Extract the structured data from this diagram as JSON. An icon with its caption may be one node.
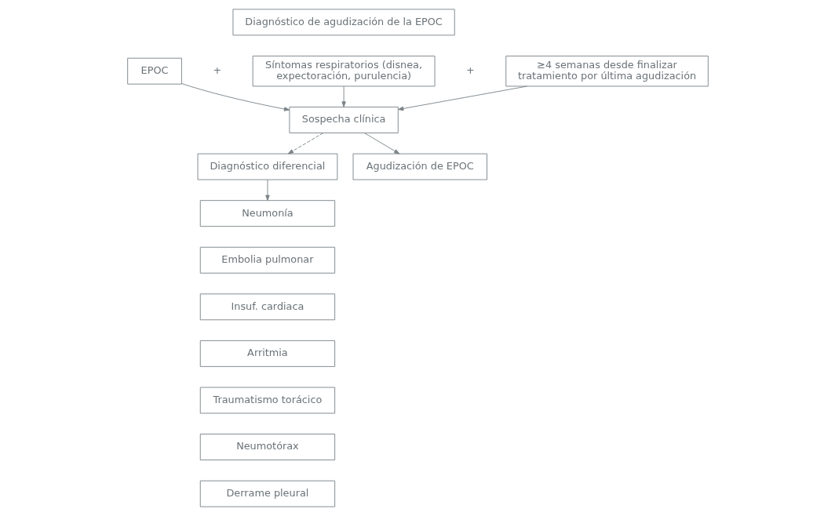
{
  "diagram": {
    "nodes": [
      {
        "text": [
          "Diagnóstico de agudización de la EPOC"
        ]
      },
      {
        "text": [
          "EPOC"
        ]
      },
      {
        "text": [
          "Síntomas respiratorios (disnea, expectoración, purulencia)"
        ]
      },
      {
        "text": [
          "≥4 semanas desde finalizar tratamiento por última agudización"
        ]
      },
      {
        "text": [
          "Sospecha clínica"
        ]
      },
      {
        "text": [
          "Diagnóstico diferencial"
        ]
      },
      {
        "text": [
          "Agudización de EPOC"
        ]
      },
      {
        "text": [
          "Neumonía"
        ]
      },
      {
        "text": [
          "Embolia pulmonar"
        ]
      },
      {
        "text": [
          "Insuf. cardiaca"
        ]
      },
      {
        "text": [
          "Arritmia"
        ]
      },
      {
        "text": [
          "Traumatismo torácico"
        ]
      },
      {
        "text": [
          "Neumotórax"
        ]
      },
      {
        "text": [
          "Derrame pleural"
        ]
      }
    ],
    "edges": [
      {
        "from": 1,
        "to": 4,
        "arrow": "to"
      },
      {
        "from": 2,
        "to": 4,
        "arrow": "to"
      },
      {
        "from": 3,
        "to": 4,
        "arrow": "to"
      },
      {
        "from": 4,
        "to": 6,
        "arrow": "to"
      },
      {
        "from": 4,
        "to": 5,
        "arrow": "to",
        "style": "dashed"
      },
      {
        "from": 5,
        "to": 7,
        "arrow": "to"
      }
    ],
    "labels": [
      "+",
      "+"
    ]
  }
}
